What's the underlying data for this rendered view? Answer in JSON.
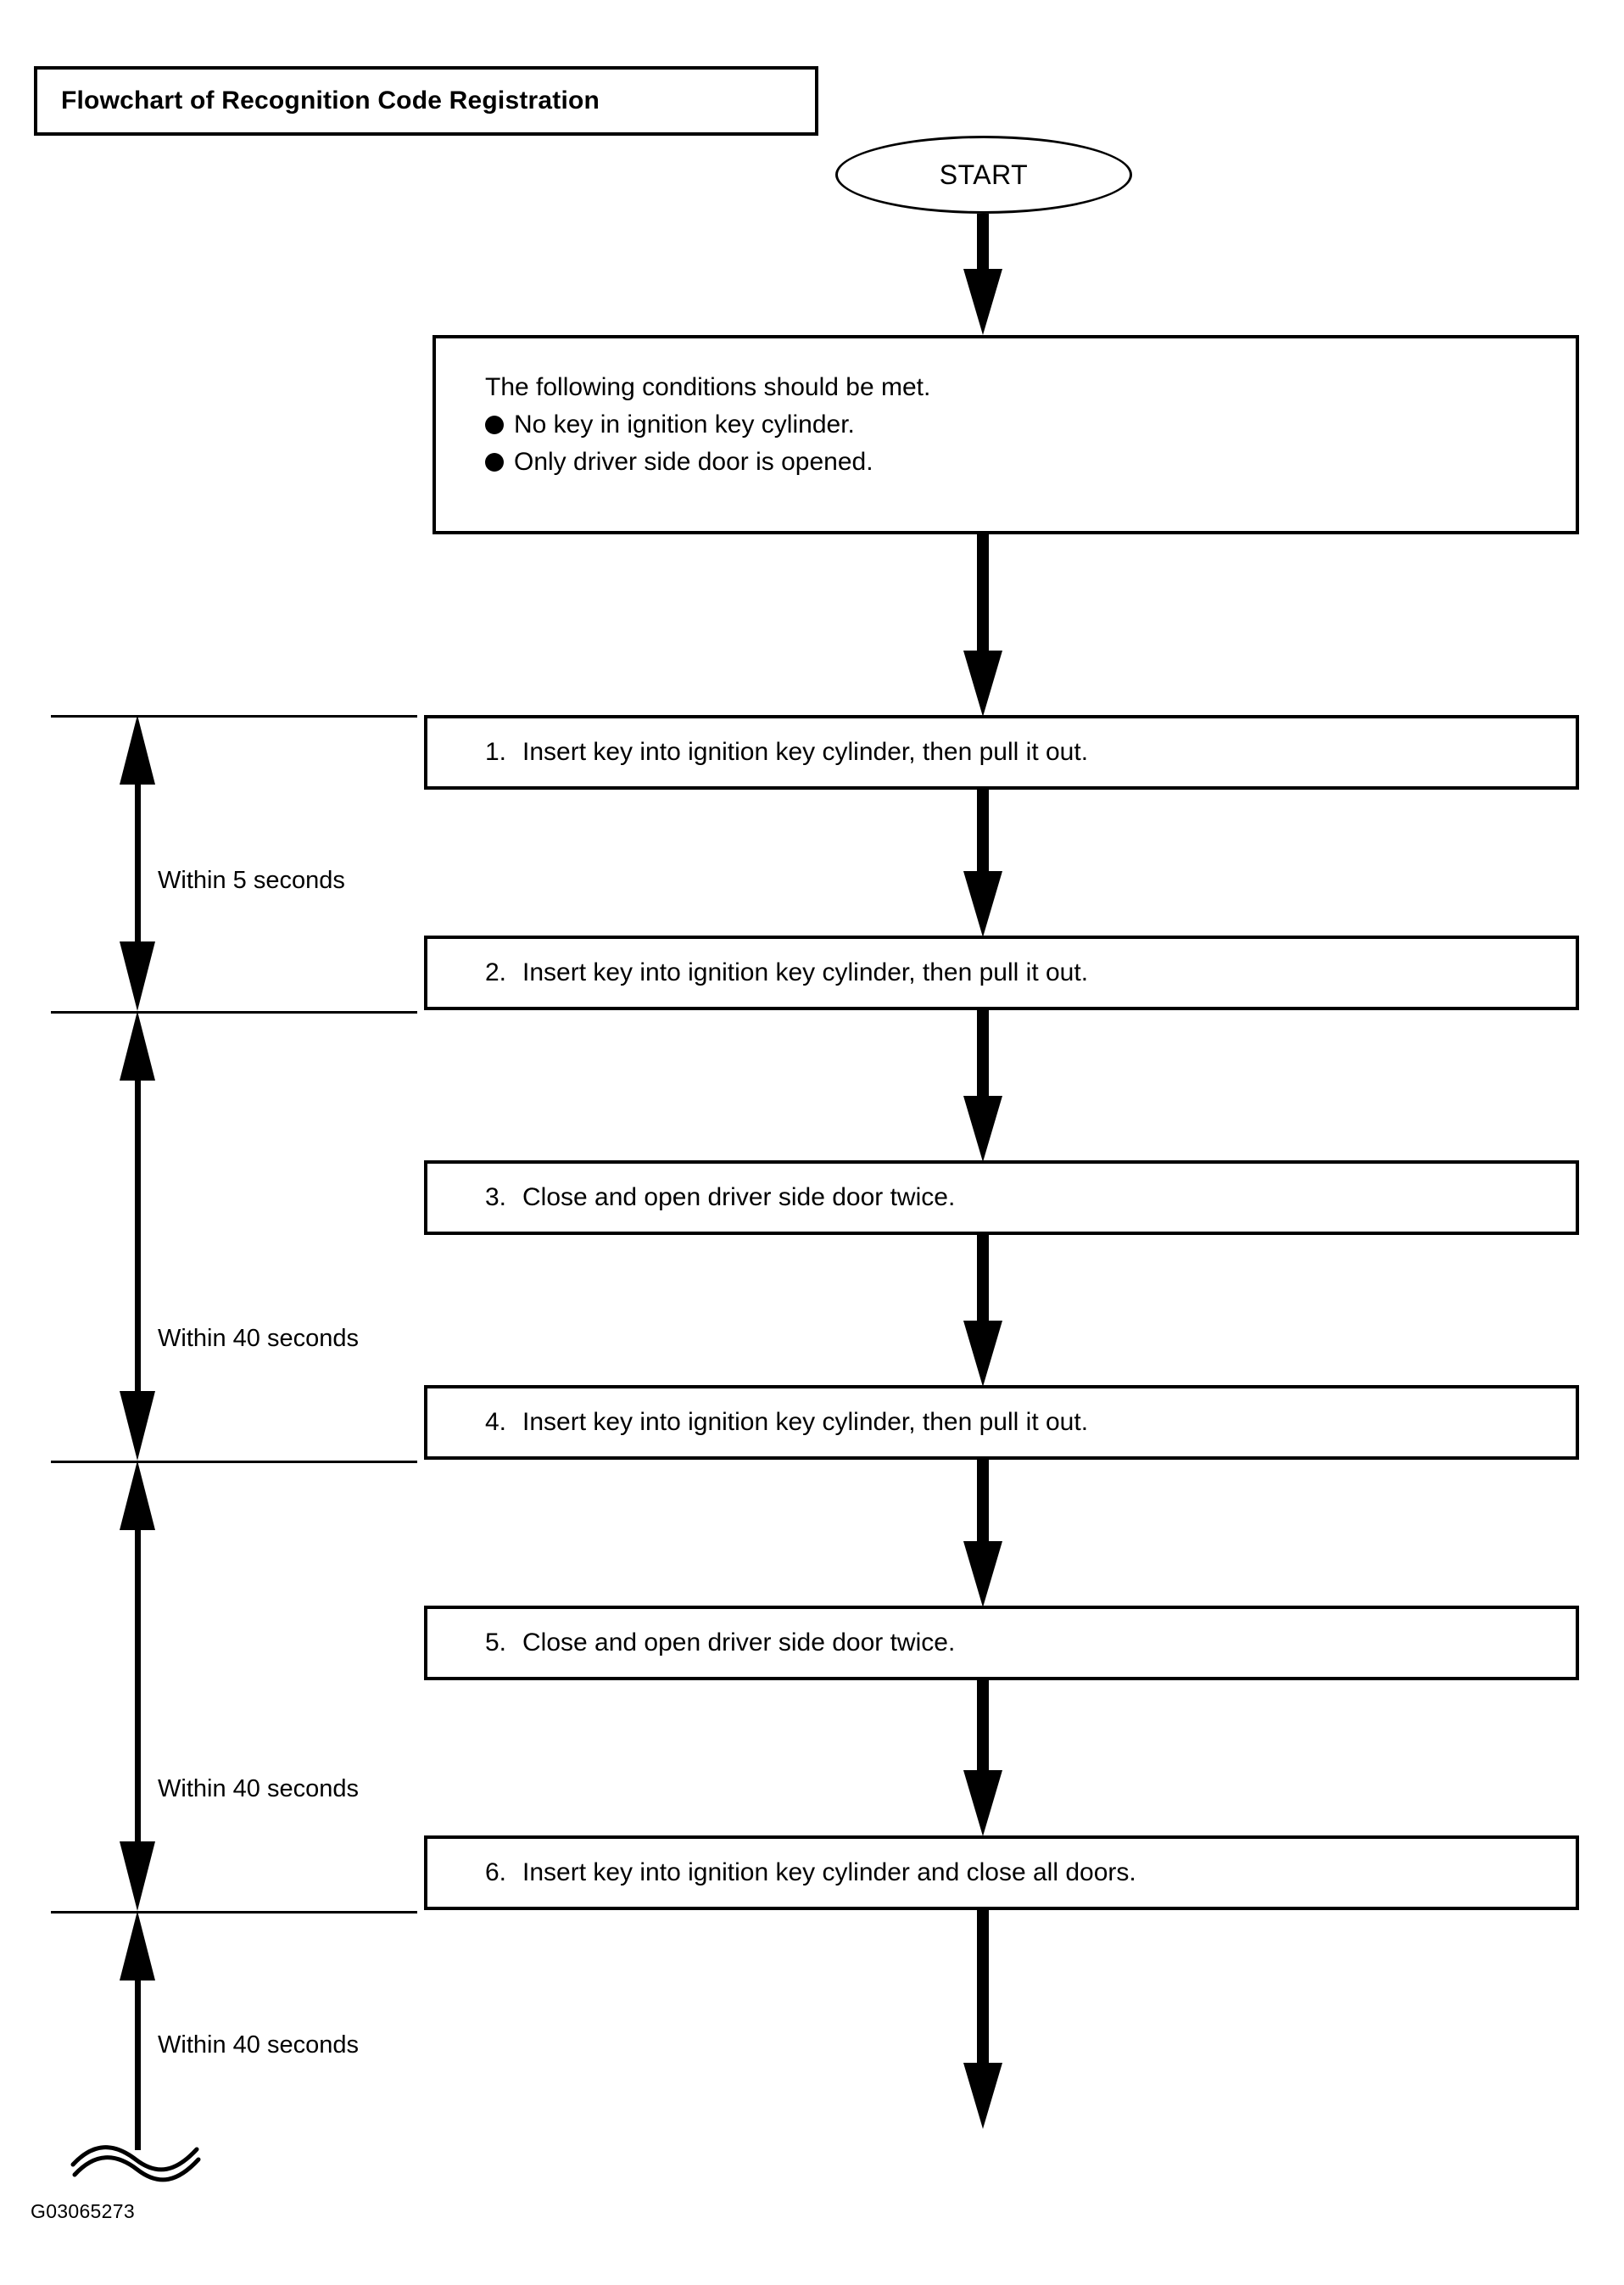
{
  "title": {
    "text": "Flowchart of Recognition Code Registration"
  },
  "start_node": {
    "label": "START"
  },
  "conditions_box": {
    "heading": "The following conditions should be met.",
    "bullets": [
      "No key in ignition key cylinder.",
      "Only driver side door is opened."
    ],
    "bullet_glyph": "filled-circle"
  },
  "steps": [
    {
      "number": "1.",
      "text": "Insert key into ignition key cylinder, then pull it out."
    },
    {
      "number": "2.",
      "text": "Insert key into ignition key cylinder, then pull it out."
    },
    {
      "number": "3.",
      "text": "Close and open driver side door twice."
    },
    {
      "number": "4.",
      "text": "Insert key into ignition key cylinder, then pull it out."
    },
    {
      "number": "5.",
      "text": "Close and open driver side door twice."
    },
    {
      "number": "6.",
      "text": "Insert key into ignition key cylinder and close all doors."
    }
  ],
  "timing_annotations": [
    {
      "label": "Within 5 seconds"
    },
    {
      "label": "Within 40 seconds"
    },
    {
      "label": "Within 40 seconds"
    },
    {
      "label": "Within 40 seconds"
    }
  ],
  "figure_id": "G03065273",
  "colors": {
    "line": "#000000",
    "background": "#ffffff",
    "text": "#000000"
  },
  "chart_data": {
    "type": "flowchart",
    "title": "Flowchart of Recognition Code Registration",
    "nodes": [
      {
        "id": "start",
        "shape": "terminator",
        "label": "START"
      },
      {
        "id": "conditions",
        "shape": "process",
        "label": "The following conditions should be met. ● No key in ignition key cylinder. ● Only driver side door is opened."
      },
      {
        "id": "step1",
        "shape": "process",
        "label": "1. Insert key into ignition key cylinder, then pull it out."
      },
      {
        "id": "step2",
        "shape": "process",
        "label": "2. Insert key into ignition key cylinder, then pull it out."
      },
      {
        "id": "step3",
        "shape": "process",
        "label": "3. Close and open driver side door twice."
      },
      {
        "id": "step4",
        "shape": "process",
        "label": "4. Insert key into ignition key cylinder, then pull it out."
      },
      {
        "id": "step5",
        "shape": "process",
        "label": "5. Close and open driver side door twice."
      },
      {
        "id": "step6",
        "shape": "process",
        "label": "6. Insert key into ignition key cylinder and close all doors."
      }
    ],
    "edges": [
      {
        "from": "start",
        "to": "conditions"
      },
      {
        "from": "conditions",
        "to": "step1"
      },
      {
        "from": "step1",
        "to": "step2"
      },
      {
        "from": "step2",
        "to": "step3"
      },
      {
        "from": "step3",
        "to": "step4"
      },
      {
        "from": "step4",
        "to": "step5"
      },
      {
        "from": "step5",
        "to": "step6"
      },
      {
        "from": "step6",
        "to": "continue-break"
      }
    ],
    "timing_spans": [
      {
        "label": "Within 5 seconds",
        "from": "step1",
        "to": "step2"
      },
      {
        "label": "Within 40 seconds",
        "from": "step2",
        "to": "step4"
      },
      {
        "label": "Within 40 seconds",
        "from": "step4",
        "to": "step6"
      },
      {
        "label": "Within 40 seconds",
        "from": "step6",
        "to": "continue-break"
      }
    ]
  }
}
